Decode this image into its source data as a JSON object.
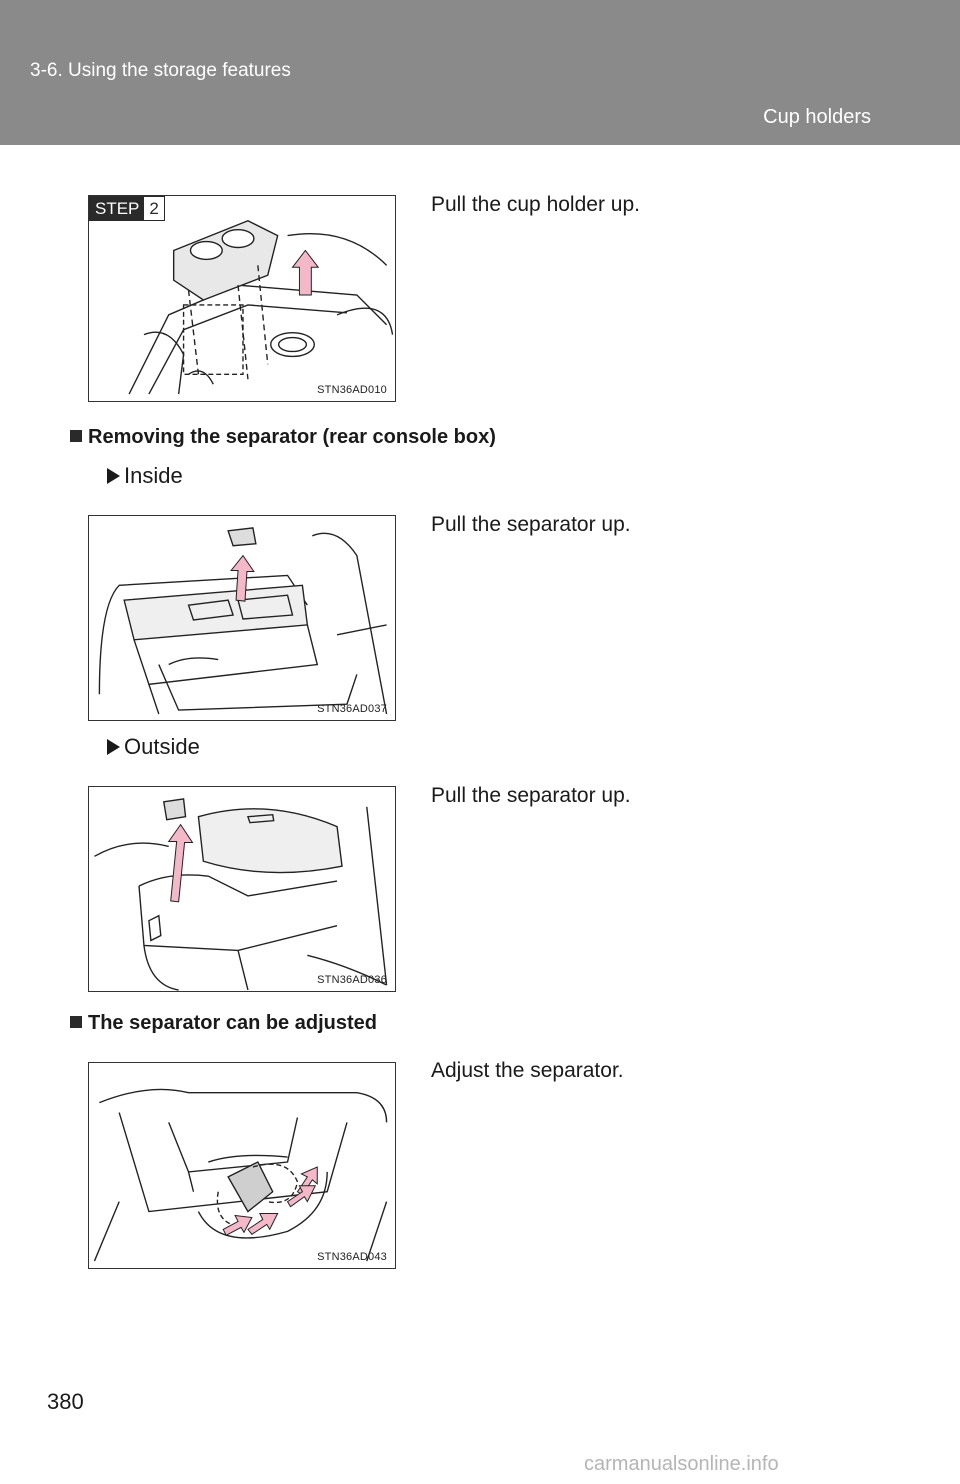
{
  "header": {
    "section": "3-6. Using the storage features",
    "subtitle": "Cup holders"
  },
  "step2": {
    "step_label": "STEP",
    "step_number": "2",
    "figure_code": "STN36AD010",
    "text": "Pull the cup holder up."
  },
  "removing": {
    "heading": "Removing the separator (rear console box)",
    "inside_label": "Inside",
    "inside_figure_code": "STN36AD037",
    "inside_text": "Pull the separator up.",
    "outside_label": "Outside",
    "outside_figure_code": "STN36AD036",
    "outside_text": "Pull the separator up."
  },
  "adjust": {
    "heading": "The separator can be adjusted",
    "figure_code": "STN36AD043",
    "text": "Adjust the separator."
  },
  "page_number": "380",
  "watermark": "carmanualsonline.info",
  "colors": {
    "header_bg": "#8a8a8a",
    "arrow_pink": "#f4b8c8"
  }
}
